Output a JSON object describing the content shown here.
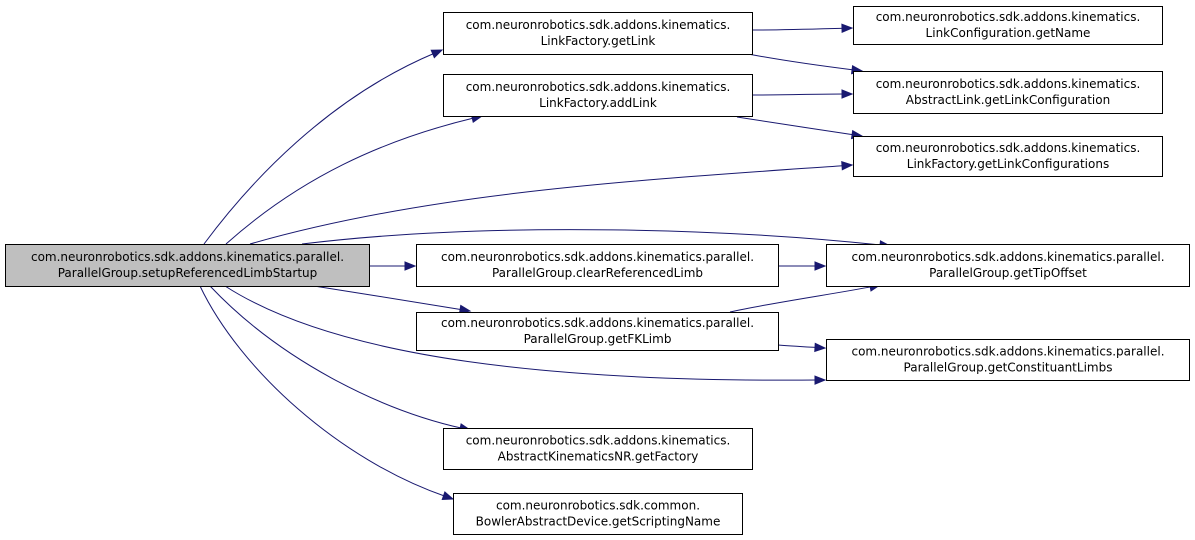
{
  "nodes": [
    {
      "id": "root",
      "line1": "com.neuronrobotics.sdk.addons.kinematics.parallel.",
      "line2": "ParallelGroup.setupReferencedLimbStartup",
      "root": true
    },
    {
      "id": "getLink",
      "line1": "com.neuronrobotics.sdk.addons.kinematics.",
      "line2": "LinkFactory.getLink"
    },
    {
      "id": "addLink",
      "line1": "com.neuronrobotics.sdk.addons.kinematics.",
      "line2": "LinkFactory.addLink"
    },
    {
      "id": "getName",
      "line1": "com.neuronrobotics.sdk.addons.kinematics.",
      "line2": "LinkConfiguration.getName"
    },
    {
      "id": "getLinkConfiguration",
      "line1": "com.neuronrobotics.sdk.addons.kinematics.",
      "line2": "AbstractLink.getLinkConfiguration"
    },
    {
      "id": "getLinkConfigurations",
      "line1": "com.neuronrobotics.sdk.addons.kinematics.",
      "line2": "LinkFactory.getLinkConfigurations"
    },
    {
      "id": "clearReferencedLimb",
      "line1": "com.neuronrobotics.sdk.addons.kinematics.parallel.",
      "line2": "ParallelGroup.clearReferencedLimb"
    },
    {
      "id": "getFKLimb",
      "line1": "com.neuronrobotics.sdk.addons.kinematics.parallel.",
      "line2": "ParallelGroup.getFKLimb"
    },
    {
      "id": "getTipOffset",
      "line1": "com.neuronrobotics.sdk.addons.kinematics.parallel.",
      "line2": "ParallelGroup.getTipOffset"
    },
    {
      "id": "getConstituantLimbs",
      "line1": "com.neuronrobotics.sdk.addons.kinematics.parallel.",
      "line2": "ParallelGroup.getConstituantLimbs"
    },
    {
      "id": "getFactory",
      "line1": "com.neuronrobotics.sdk.addons.kinematics.",
      "line2": "AbstractKinematicsNR.getFactory"
    },
    {
      "id": "getScriptingName",
      "line1": "com.neuronrobotics.sdk.common.",
      "line2": "BowlerAbstractDevice.getScriptingName"
    }
  ],
  "edges": [
    {
      "from": "root",
      "to": "getLink"
    },
    {
      "from": "root",
      "to": "addLink"
    },
    {
      "from": "root",
      "to": "getLinkConfigurations"
    },
    {
      "from": "root",
      "to": "getTipOffset"
    },
    {
      "from": "root",
      "to": "clearReferencedLimb"
    },
    {
      "from": "root",
      "to": "getFKLimb"
    },
    {
      "from": "root",
      "to": "getConstituantLimbs"
    },
    {
      "from": "root",
      "to": "getFactory"
    },
    {
      "from": "root",
      "to": "getScriptingName"
    },
    {
      "from": "getLink",
      "to": "getName"
    },
    {
      "from": "getLink",
      "to": "getLinkConfiguration"
    },
    {
      "from": "addLink",
      "to": "getLinkConfiguration"
    },
    {
      "from": "addLink",
      "to": "getLinkConfigurations"
    },
    {
      "from": "clearReferencedLimb",
      "to": "getTipOffset"
    },
    {
      "from": "getFKLimb",
      "to": "getTipOffset"
    },
    {
      "from": "getFKLimb",
      "to": "getConstituantLimbs"
    }
  ]
}
